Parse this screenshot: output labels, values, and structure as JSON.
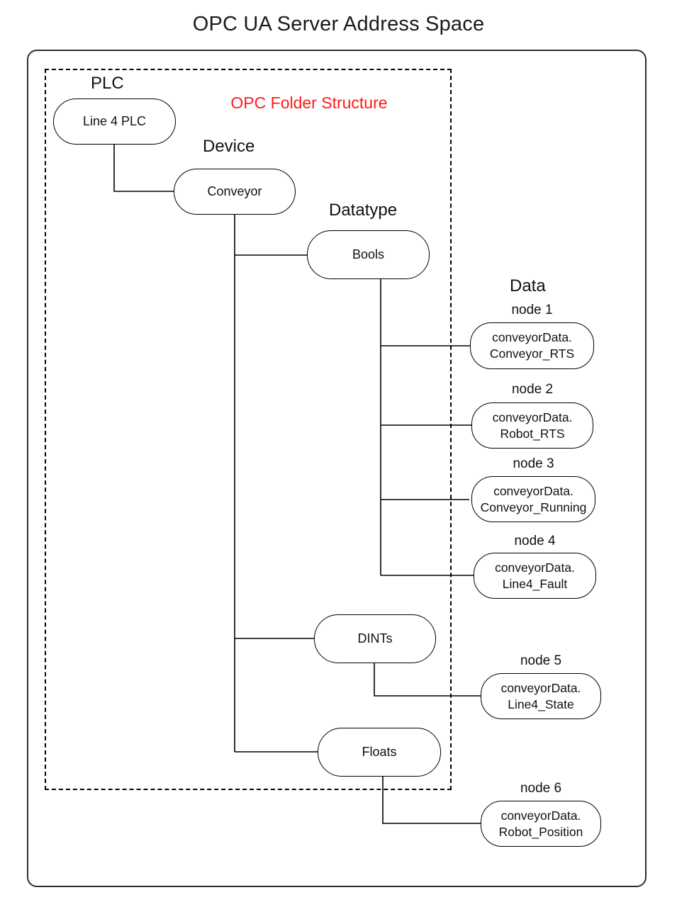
{
  "title": "OPC UA Server Address Space",
  "folder_structure_label": "OPC Folder Structure",
  "headings": {
    "plc": "PLC",
    "device": "Device",
    "datatype": "Datatype",
    "data": "Data"
  },
  "nodes": {
    "plc": "Line 4 PLC",
    "device": "Conveyor",
    "bools": "Bools",
    "dints": "DINTs",
    "floats": "Floats"
  },
  "data_nodes": [
    {
      "name": "node 1",
      "line1": "conveyorData.",
      "line2": "Conveyor_RTS"
    },
    {
      "name": "node 2",
      "line1": "conveyorData.",
      "line2": "Robot_RTS"
    },
    {
      "name": "node 3",
      "line1": "conveyorData.",
      "line2": "Conveyor_Running"
    },
    {
      "name": "node 4",
      "line1": "conveyorData.",
      "line2": "Line4_Fault"
    },
    {
      "name": "node 5",
      "line1": "conveyorData.",
      "line2": "Line4_State"
    },
    {
      "name": "node 6",
      "line1": "conveyorData.",
      "line2": "Robot_Position"
    }
  ],
  "colors": {
    "accent_red": "#ff1a1a",
    "stroke": "#000000"
  }
}
